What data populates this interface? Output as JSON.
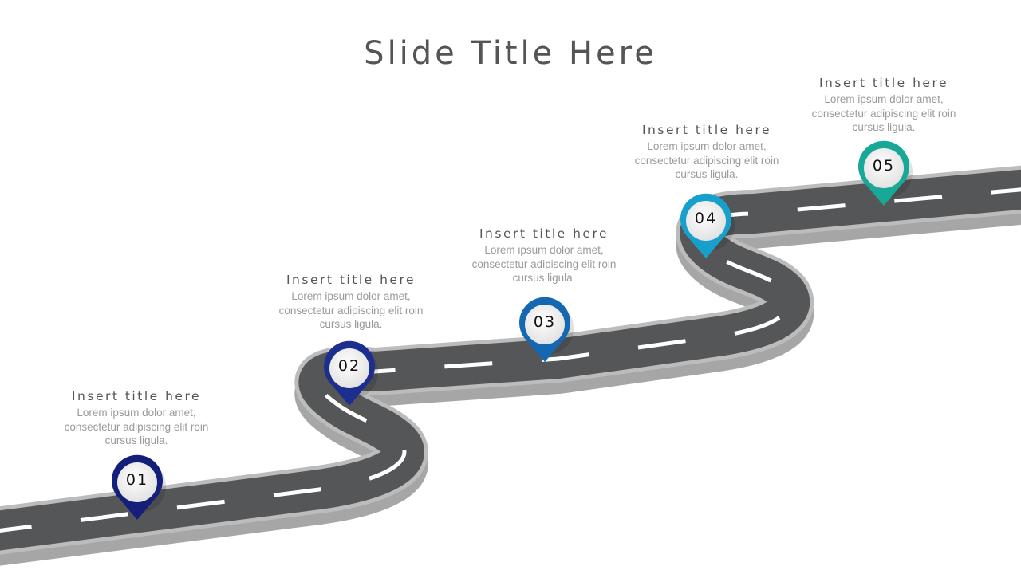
{
  "title": "Slide Title Here",
  "milestones": [
    {
      "number": "01",
      "title": "Insert title here",
      "text": [
        "Lorem ipsum dolor amet,",
        "consectetur adipiscing elit roin",
        "cursus ligula."
      ],
      "color": "#141f7a"
    },
    {
      "number": "02",
      "title": "Insert title here",
      "text": [
        "Lorem ipsum dolor amet,",
        "consectetur adipiscing elit roin",
        "cursus ligula."
      ],
      "color": "#1c2f8f"
    },
    {
      "number": "03",
      "title": "Insert title here",
      "text": [
        "Lorem ipsum dolor amet,",
        "consectetur adipiscing elit roin",
        "cursus ligula."
      ],
      "color": "#1567b1"
    },
    {
      "number": "04",
      "title": "Insert title here",
      "text": [
        "Lorem ipsum dolor amet,",
        "consectetur adipiscing elit roin",
        "cursus ligula."
      ],
      "color": "#17a0cc"
    },
    {
      "number": "05",
      "title": "Insert title here",
      "text": [
        "Lorem ipsum dolor amet,",
        "consectetur adipiscing elit roin",
        "cursus ligula."
      ],
      "color": "#17a898"
    }
  ],
  "colors": {
    "asphalt": "#555658",
    "edge": "#bcbcbc",
    "side": "#a6a6a6",
    "dash": "#ffffff",
    "text": "#555555",
    "body": "#9a9a9a"
  }
}
